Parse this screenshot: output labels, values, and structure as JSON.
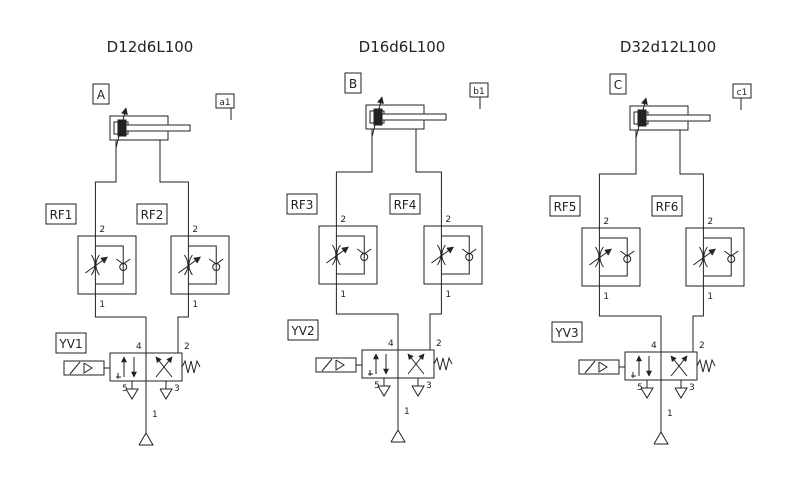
{
  "circuits": [
    {
      "title": "D12d6L100",
      "cylinder_label": "A",
      "sensor_label": "a1",
      "flow_valves": [
        {
          "label": "RF1",
          "port_top": "2",
          "port_bottom": "1"
        },
        {
          "label": "RF2",
          "port_top": "2",
          "port_bottom": "1"
        }
      ],
      "valve_label": "YV1",
      "valve_ports": {
        "p4": "4",
        "p2": "2",
        "p5": "5",
        "p3": "3",
        "p1": "1"
      }
    },
    {
      "title": "D16d6L100",
      "cylinder_label": "B",
      "sensor_label": "b1",
      "flow_valves": [
        {
          "label": "RF3",
          "port_top": "2",
          "port_bottom": "1"
        },
        {
          "label": "RF4",
          "port_top": "2",
          "port_bottom": "1"
        }
      ],
      "valve_label": "YV2",
      "valve_ports": {
        "p4": "4",
        "p2": "2",
        "p5": "5",
        "p3": "3",
        "p1": "1"
      }
    },
    {
      "title": "D32d12L100",
      "cylinder_label": "C",
      "sensor_label": "c1",
      "flow_valves": [
        {
          "label": "RF5",
          "port_top": "2",
          "port_bottom": "1"
        },
        {
          "label": "RF6",
          "port_top": "2",
          "port_bottom": "1"
        }
      ],
      "valve_label": "YV3",
      "valve_ports": {
        "p4": "4",
        "p2": "2",
        "p5": "5",
        "p3": "3",
        "p1": "1"
      }
    }
  ]
}
